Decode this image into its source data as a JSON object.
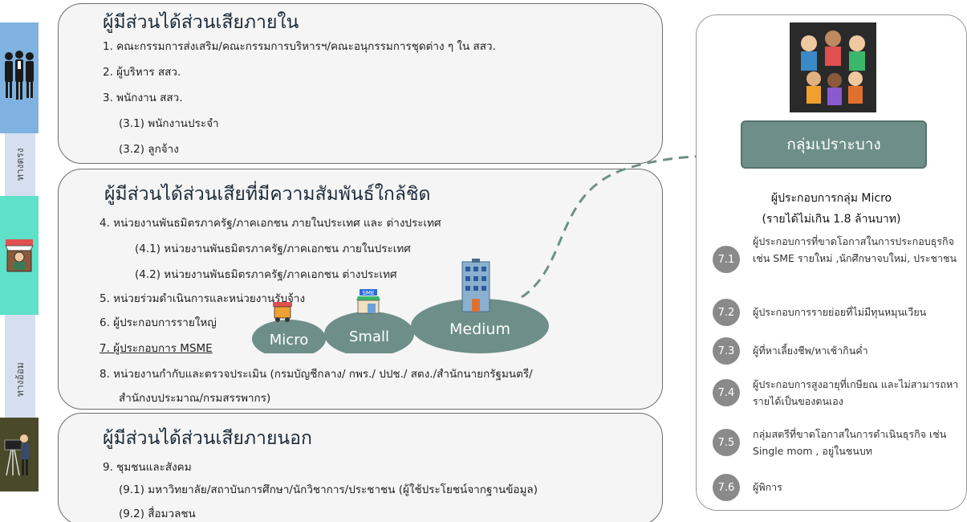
{
  "internal": {
    "title": "ผู้มีส่วนได้ส่วนเสียภายใน",
    "lines": [
      "1.  คณะกรรมการส่งเสริม/คณะกรรมการบริหารฯ/คณะอนุกรรมการชุดต่าง ๆ ใน สสว.",
      "2.  ผู้บริหาร สสว.",
      "3.  พนักงาน สสว.",
      "(3.1)  พนักงานประจำ",
      "(3.2)  ลูกจ้าง"
    ]
  },
  "close": {
    "title": "ผู้มีส่วนได้ส่วนเสียที่มีความสัมพันธ์ใกล้ชิด",
    "lines": [
      "4.  หน่วยงานพันธมิตรภาครัฐ/ภาคเอกชน ภายในประเทศ และ ต่างประเทศ",
      "(4.1)  หน่วยงานพันธมิตรภาครัฐ/ภาคเอกชน ภายในประเทศ",
      "(4.2)  หน่วยงานพันธมิตรภาครัฐ/ภาคเอกชน ต่างประเทศ",
      "5.  หน่วยร่วมดำเนินการและหน่วยงานรับจ้าง",
      "6.  ผู้ประกอบการรายใหญ่",
      "7.  ผู้ประกอบการ MSME",
      "8.  หน่วยงานกำกับและตรวจประเมิน (กรมบัญชีกลาง/ กพร./ ปปช./ สตง./สำนักนายกรัฐมนตรี/",
      "สำนักงบประมาณ/กรมสรรพากร)"
    ],
    "bubbles": [
      "Micro",
      "Small",
      "Medium"
    ],
    "sme_tag": "SME"
  },
  "external": {
    "title": "ผู้มีส่วนได้ส่วนเสียภายนอก",
    "lines": [
      "9.  ชุมชนและสังคม",
      "(9.1)  มหาวิทยาลัย/สถาบันการศึกษา/นักวิชาการ/ประชาชน (ผู้ใช้ประโยชน์จากฐานข้อมูล)",
      "(9.2)  สื่อมวลชน"
    ]
  },
  "side_labels": {
    "direct": "ทางตรง",
    "indirect": "ทางอ้อม"
  },
  "vulnerable": {
    "title": "กลุ่มเปราะบาง",
    "subtitle": "ผู้ประกอบการกลุ่ม Micro",
    "subtitle2": "(รายได้ไม่เกิน 1.8 ล้านบาท)",
    "items": [
      {
        "num": "7.1",
        "text": "ผู้ประกอบการที่ขาดโอกาสในการประกอบธุรกิจ เช่น SME รายใหม่ ,นักศึกษาจบใหม่, ประชาชน"
      },
      {
        "num": "7.2",
        "text": "ผู้ประกอบการรายย่อยที่ไม่มีทุนหมุนเวียน"
      },
      {
        "num": "7.3",
        "text": "ผู้ที่หาเลี้ยงชีพ/หาเช้ากินค่ำ"
      },
      {
        "num": "7.4",
        "text": "ผู้ประกอบการสูงอายุที่เกษียณ และไม่สามารถหารายได้เป็นของตนเอง"
      },
      {
        "num": "7.5",
        "text": "กลุ่มสตรีที่ขาดโอกาสในการดำเนินธุรกิจ เช่น Single mom , อยู่ในชนบท"
      },
      {
        "num": "7.6",
        "text": "ผู้พิการ"
      }
    ]
  },
  "colors": {
    "panel_bg": "#f5f5f5",
    "vulnerable_box": "#6e8f89",
    "bubble": "#6e8f89",
    "badge": "#8a8a8a",
    "side_blue": "#7fb2e0",
    "side_green": "#5fe0c8",
    "side_dark": "#4a4a2a"
  }
}
